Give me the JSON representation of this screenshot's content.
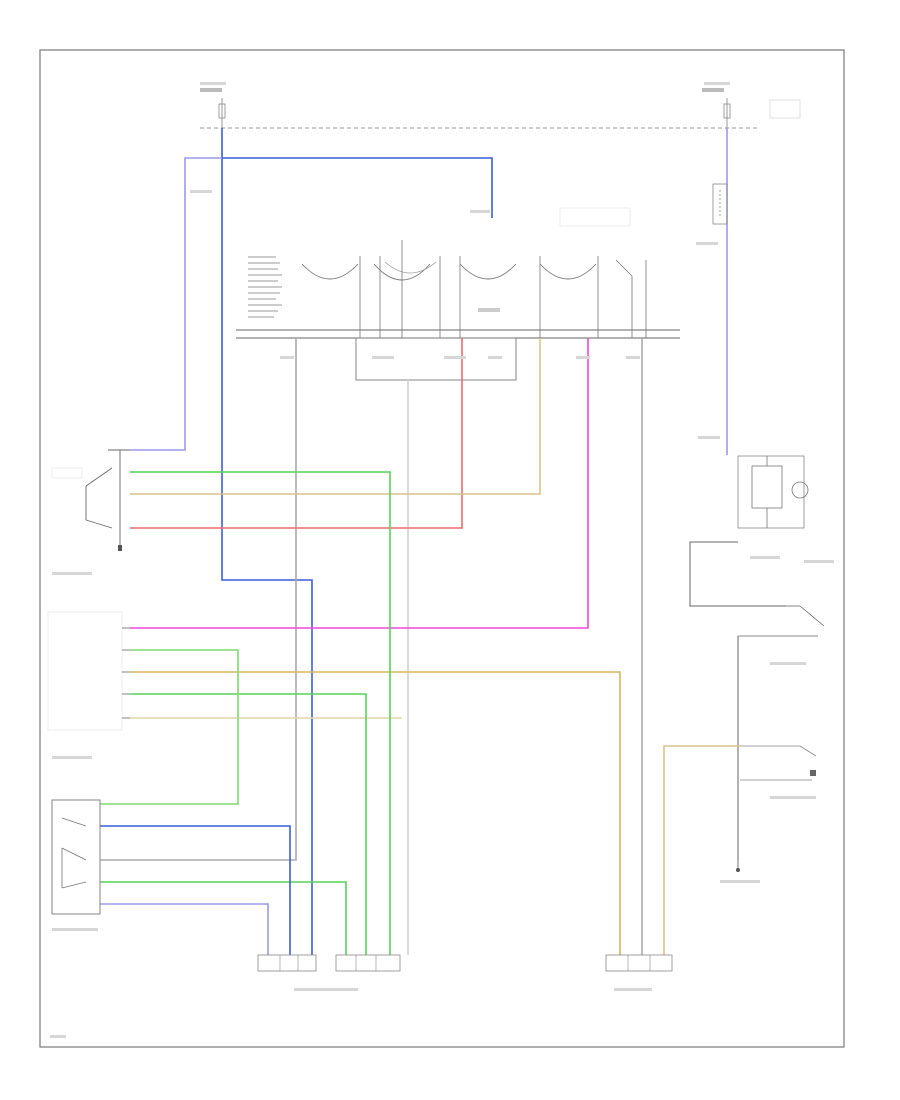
{
  "diagram": {
    "title": "",
    "footer_code": "",
    "colors": {
      "blue": "#3a5fd8",
      "lavender": "#9a9ae8",
      "green": "#56d456",
      "light_green": "#9ee88c",
      "tan": "#d8c48a",
      "orange_tan": "#d9b65e",
      "pink": "#f048d8",
      "red": "#f06a6a",
      "gray": "#aaaaaa",
      "black": "#555555"
    },
    "components": [
      {
        "id": "hot-at-all-times-left",
        "icon": "fuse-icon"
      },
      {
        "id": "hot-at-all-times-right",
        "icon": "fuse-icon"
      },
      {
        "id": "fuse-block",
        "icon": "dashed-bus-icon"
      },
      {
        "id": "power-window-master-switch",
        "icon": "switch-icon"
      },
      {
        "id": "driver-door-lock-switch",
        "icon": "switch-icon"
      },
      {
        "id": "driver-door-module",
        "icon": "connector-icon"
      },
      {
        "id": "door-lock-actuator",
        "icon": "motor-icon"
      },
      {
        "id": "door-lock-solenoid",
        "icon": "switch-icon"
      },
      {
        "id": "body-control-module",
        "icon": "module-icon"
      },
      {
        "id": "left-door-connector",
        "icon": "connector-icon"
      },
      {
        "id": "right-door-connector",
        "icon": "connector-icon"
      },
      {
        "id": "ground",
        "icon": "ground-icon"
      }
    ]
  }
}
